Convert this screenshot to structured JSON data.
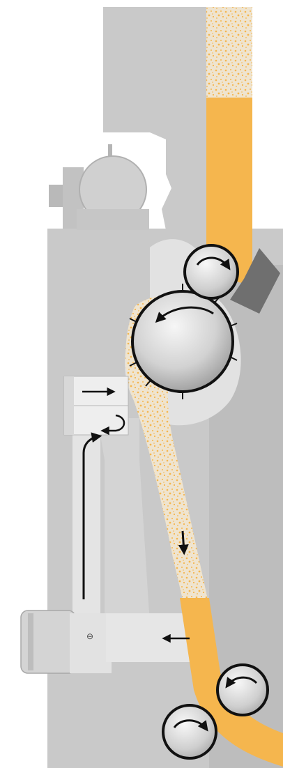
{
  "diagram": {
    "colors": {
      "background": "#ffffff",
      "housing": "#c9c9c9",
      "housing_light": "#dcdcdc",
      "channel": "#e6e6e6",
      "fibre": "#f5b64e",
      "fibre_speck": "#ffffff",
      "outline": "#111111",
      "drum_light": "#f4f4f4",
      "drum_dark": "#9a9a9a",
      "blade": "#6f6f6f"
    },
    "components": [
      {
        "name": "feed-chute",
        "label": ""
      },
      {
        "name": "feed-roller",
        "label": ""
      },
      {
        "name": "opening-cylinder",
        "label": ""
      },
      {
        "name": "fibre-duct",
        "label": ""
      },
      {
        "name": "delivery-rollers",
        "label": ""
      },
      {
        "name": "fan-motor",
        "label": ""
      },
      {
        "name": "drive-motor",
        "label": ""
      },
      {
        "name": "air-box",
        "label": ""
      },
      {
        "name": "return-air-duct",
        "label": ""
      }
    ],
    "arrows": [
      {
        "name": "fibre-down",
        "icon": "arrow-down-icon"
      },
      {
        "name": "air-in",
        "icon": "arrow-right-icon"
      },
      {
        "name": "air-turn",
        "icon": "arrow-uturn-icon"
      },
      {
        "name": "air-up",
        "icon": "arrow-up-icon"
      },
      {
        "name": "air-left",
        "icon": "arrow-left-icon"
      },
      {
        "name": "feed-roller-rotation",
        "icon": "rotate-cw-icon"
      },
      {
        "name": "cylinder-rotation",
        "icon": "rotate-ccw-icon"
      },
      {
        "name": "delivery-roller-rotation",
        "icon": "rotate-icon"
      }
    ]
  }
}
